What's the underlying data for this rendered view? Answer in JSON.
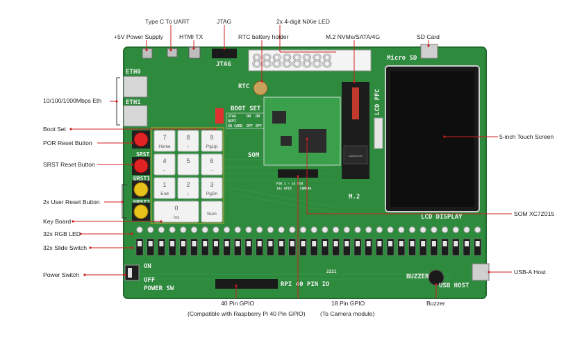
{
  "callouts": {
    "type_c_uart": "Type C To UART",
    "jtag": "JTAG",
    "nixie": "2x 4-digit NiXie LED",
    "power_supply": "+5V Power Supply",
    "hdmi_tx": "HTMI TX",
    "rtc": "RTC battery holder",
    "m2": "M.2 NVMe/SATA/4G",
    "sd_card": "SD Card",
    "eth": "10/100/1000Mbps Eth",
    "boot_set": "Boot Set",
    "touch_screen": "5-inch Touch Screen",
    "por_reset": "POR Reset Button",
    "srst_reset": "SRST Reset Button",
    "user_reset": "2x User Reset Button",
    "som": "SOM XC7Z015",
    "keyboard": "Key Board",
    "rgb_led": "32x RGB LED",
    "slide_switch": "32x Slide Switch",
    "power_switch": "Power Switch",
    "usb_host": "USB-A Host",
    "gpio40": "40 Pin GPIO",
    "gpio40_note": "(Compatible with Raspberry Pi 40 Pin GPIO)",
    "gpio18": "18 Pin GPIO",
    "gpio18_note": "(To Camera module)",
    "buzzer": "Buzzer"
  },
  "silkscreen": {
    "jtag": "JTAG",
    "rtc": "RTC",
    "eth0": "ETH0",
    "eth1": "ETH1",
    "boot_set": "BOOT SET",
    "som": "SOM",
    "lcd_ffc": "LCD FFC",
    "micro_sd": "Micro SD",
    "m2": "M.2",
    "lcd_display": "LCD DISPLAY",
    "srst": "SRST",
    "urst1": "URST1",
    "urst2": "URST2",
    "on": "ON",
    "off": "OFF",
    "power_sw": "POWER SW",
    "rpi_io": "RPI 40 PIN IO",
    "buzzer": "BUZZER",
    "usb_host": "USB HOST",
    "boot_jtag": "JTAG",
    "boot_qspi": "QSPI",
    "boot_sd": "SD CARD",
    "boot_on": "ON",
    "boot_off": "OFF",
    "pin_note": "PIN 1 - 18 PIN",
    "gpio_note": "18x GPIO",
    "cam_note": "CAMERA",
    "chip_brand": "SAMSUNG",
    "ver": "2221"
  },
  "keypad": [
    {
      "main": "7",
      "sub": "Home"
    },
    {
      "main": "8",
      "sub": "↑"
    },
    {
      "main": "9",
      "sub": "PgUp"
    },
    {
      "main": "4",
      "sub": "←"
    },
    {
      "main": "5",
      "sub": ""
    },
    {
      "main": "6",
      "sub": "→"
    },
    {
      "main": "1",
      "sub": "End"
    },
    {
      "main": "2",
      "sub": "↓"
    },
    {
      "main": "3",
      "sub": "PgDn"
    },
    {
      "main": "0",
      "sub": "Ins"
    },
    {
      "main": "",
      "sub": "Num"
    }
  ],
  "nixie_digits": "88888888",
  "colors": {
    "pcb": "#2e8b3e",
    "pcb_dark": "#1f6a2d",
    "callout": "#cc1f1f",
    "bracket": "#c8a030"
  }
}
